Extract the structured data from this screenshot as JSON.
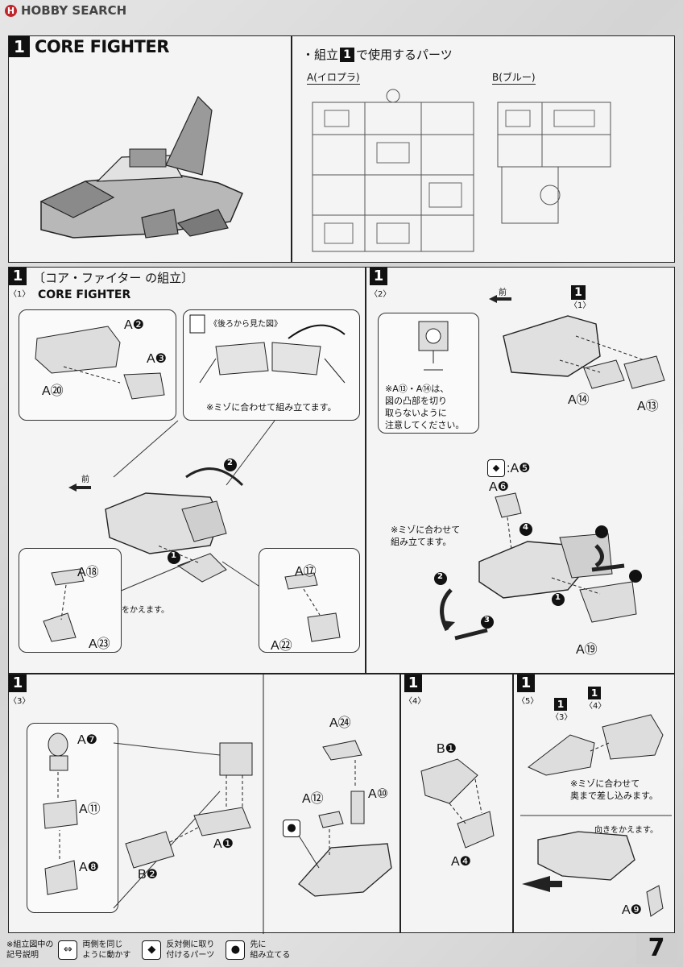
{
  "header": {
    "logo_mark": "H",
    "logo_text": "HOBBY SEARCH"
  },
  "section_top": {
    "step_num": "1",
    "title": "CORE FIGHTER",
    "parts_heading_prefix": "・組立",
    "parts_heading_num": "1",
    "parts_heading_suffix": "で使用するパーツ",
    "runner_a": "A(イロプラ)",
    "runner_b": "B(ブルー)"
  },
  "step1_1": {
    "num": "1",
    "sub": "〈1〉",
    "title": "〔コア・ファイター の組立〕",
    "title_en": "CORE FIGHTER",
    "rear_view_caption": "《後ろから見た図》",
    "mizo_note": "※ミゾに合わせて組み立てます。",
    "front_label": "前",
    "change_dir_note": "向きをかえます。",
    "labels": {
      "a2": "A❷",
      "a3": "A❸",
      "a20": "A⑳",
      "a18": "A⑱",
      "a23": "A㉓",
      "a17": "A⑰",
      "a22": "A㉒"
    },
    "step_markers": [
      "1",
      "2"
    ]
  },
  "step1_2": {
    "num": "1",
    "sub": "〈2〉",
    "front_label": "前",
    "ref_num": "1",
    "ref_sub": "〈1〉",
    "caution_note": [
      "※A⑬・A⑭は、",
      "図の凸部を切り",
      "取らないように",
      "注意してください。"
    ],
    "mirror_label": ":A❺",
    "a6": "A❻",
    "mizo_note": [
      "※ミゾに合わせて",
      "組み立てます。"
    ],
    "labels": {
      "a14": "A⑭",
      "a13": "A⑬",
      "a19": "A⑲"
    },
    "markers": [
      "1",
      "2",
      "3",
      "4"
    ]
  },
  "step1_3": {
    "num": "1",
    "sub": "〈3〉",
    "labels": {
      "a7": "A❼",
      "a11": "A⑪",
      "a8": "A❽",
      "a1": "A❶",
      "b2": "B❷",
      "a24": "A㉔",
      "a12": "A⑫",
      "a10": "A⑩"
    }
  },
  "step1_4": {
    "num": "1",
    "sub": "〈4〉",
    "labels": {
      "b1": "B❶",
      "a4": "A❹"
    }
  },
  "step1_5": {
    "num": "1",
    "sub": "〈5〉",
    "ref3": "〈3〉",
    "ref4": "〈4〉",
    "mizo_note": [
      "※ミゾに合わせて",
      "奥まで差し込みます。"
    ],
    "change_dir_note": "向きをかえます。",
    "labels": {
      "a9": "A❾"
    }
  },
  "footer": {
    "legend_title": [
      "※組立図中の",
      "記号説明"
    ],
    "legend1": [
      "両側を同じ",
      "ように動かす"
    ],
    "legend2": [
      "反対側に取り",
      "付けるパーツ"
    ],
    "legend3": [
      "先に",
      "組み立てる"
    ],
    "page_number": "7"
  }
}
